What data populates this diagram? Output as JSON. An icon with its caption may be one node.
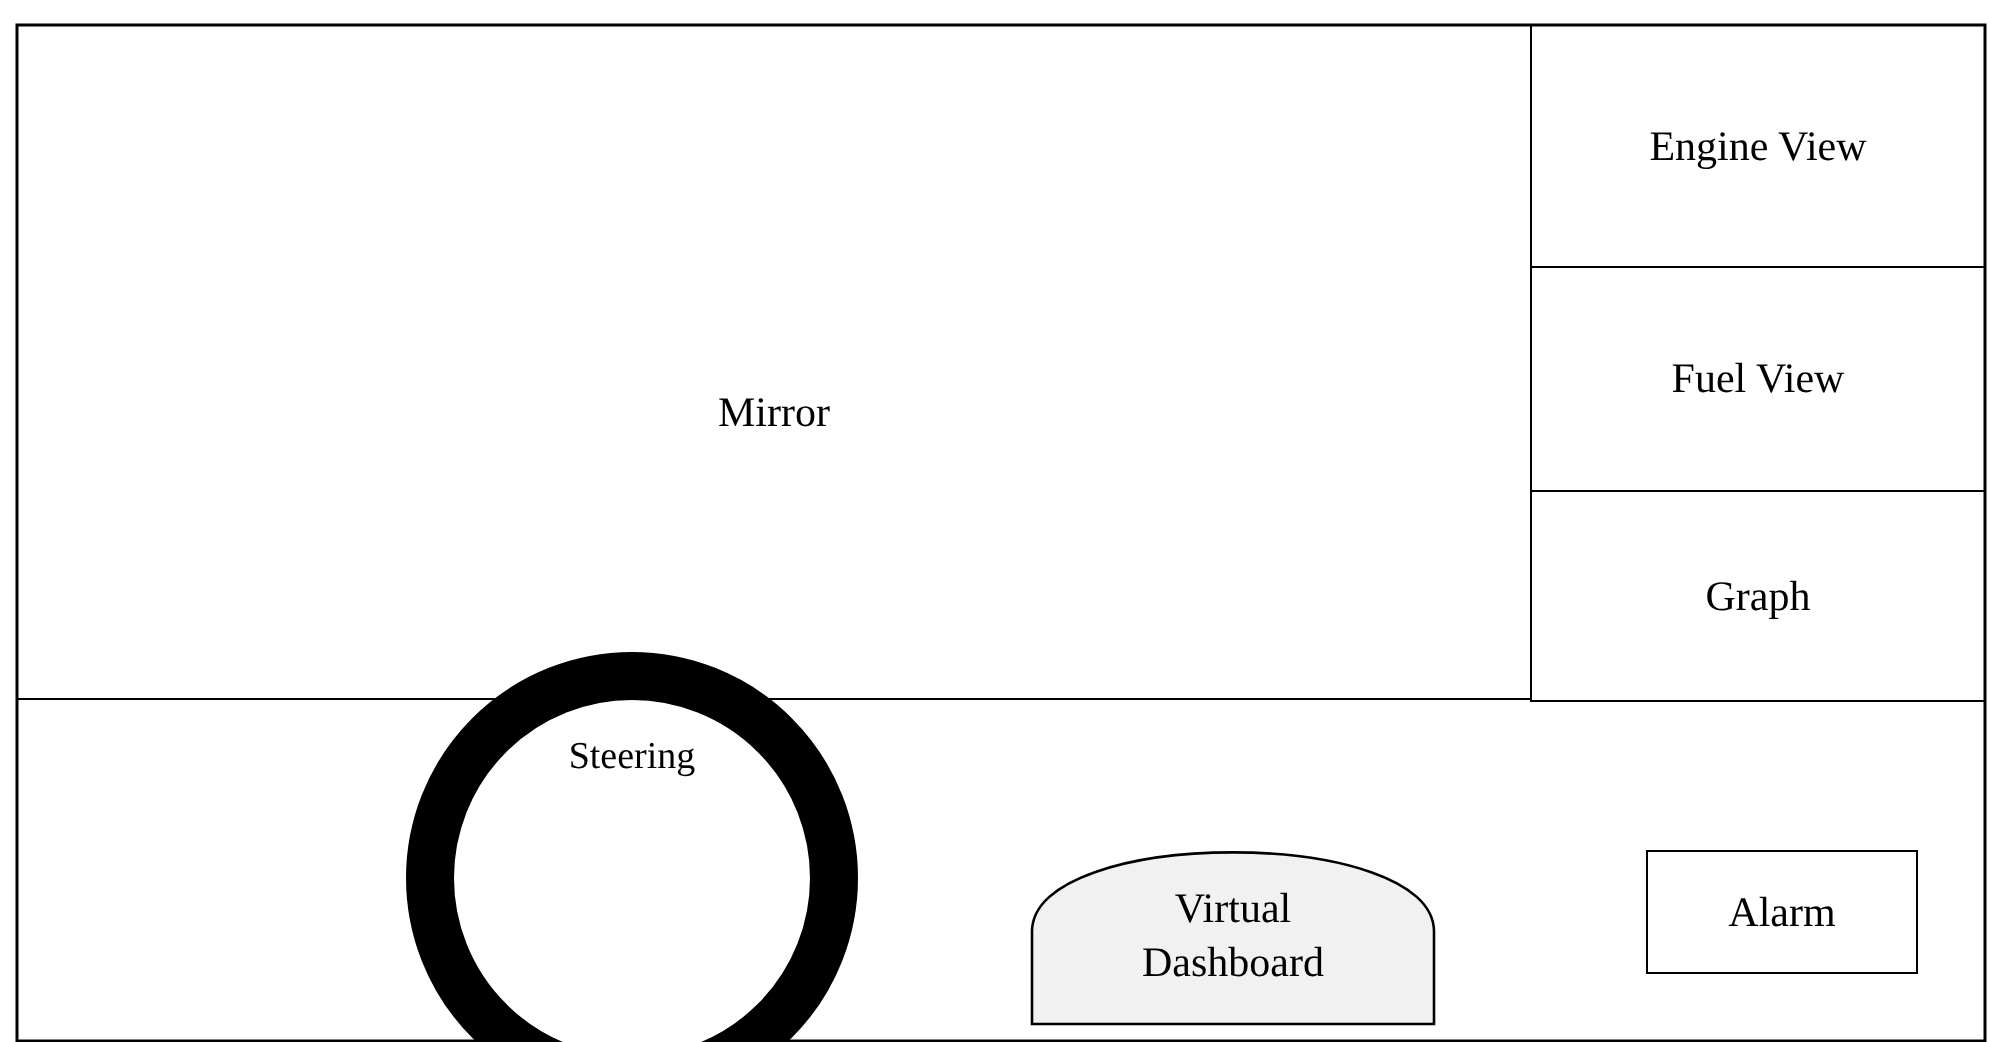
{
  "diagram": {
    "nodes": [
      {
        "text": [
          "Mirror"
        ]
      },
      {
        "text": [
          "Engine View"
        ]
      },
      {
        "text": [
          "Fuel View"
        ]
      },
      {
        "text": [
          "Graph"
        ]
      },
      {
        "text": [
          "Steering"
        ]
      },
      {
        "text": [
          "Virtual Dashboard"
        ]
      },
      {
        "text": [
          "Alarm"
        ]
      }
    ]
  }
}
